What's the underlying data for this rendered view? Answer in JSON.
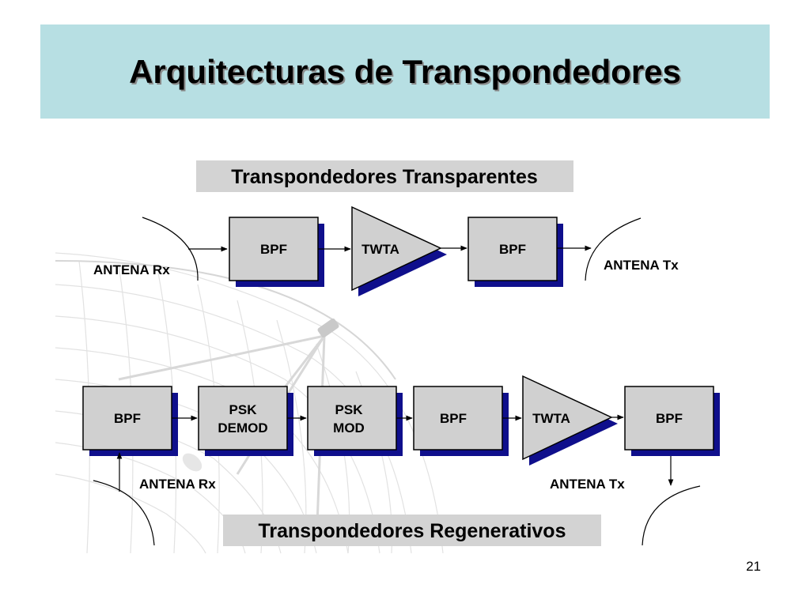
{
  "slide": {
    "title": "Arquitecturas de Transpondedores",
    "number": "21"
  },
  "transparent": {
    "heading": "Transpondedores Transparentes",
    "blocks": {
      "bpf_in": "BPF",
      "twta": "TWTA",
      "bpf_out": "BPF"
    },
    "antenna_rx": "ANTENA Rx",
    "antenna_tx": "ANTENA Tx"
  },
  "regenerative": {
    "heading": "Transpondedores Regenerativos",
    "blocks": {
      "bpf1": "BPF",
      "psk_demod_1": "PSK",
      "psk_demod_2": "DEMOD",
      "psk_mod_1": "PSK",
      "psk_mod_2": "MOD",
      "bpf2": "BPF",
      "twta": "TWTA",
      "bpf3": "BPF"
    },
    "antenna_rx": "ANTENA Rx",
    "antenna_tx": "ANTENA Tx"
  },
  "colors": {
    "title_band": "#b7dfe3",
    "block_fill": "#d0d0d0",
    "block_shadow": "#0f0f8c",
    "label_band": "#d3d3d3"
  },
  "background_art": "satellite-dish-wireframe"
}
